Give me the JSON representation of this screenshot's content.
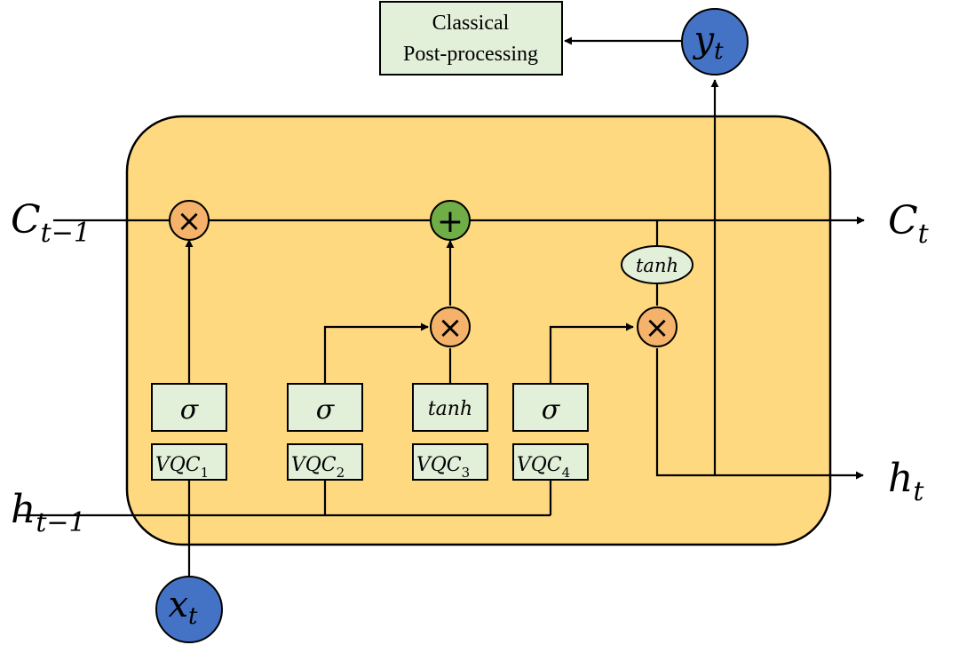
{
  "colors": {
    "cell_fill": "#ffd980",
    "gate_box_fill": "#e2efd9",
    "multiply_node": "#f4b26a",
    "add_node": "#70ad47",
    "io_node": "#4472c4",
    "tanh_node": "#e2efd9"
  },
  "postprocess": {
    "line1": "Classical",
    "line2": "Post-processing"
  },
  "inputs": {
    "c_prev": {
      "base": "C",
      "sub": "t−1"
    },
    "h_prev": {
      "base": "h",
      "sub": "t−1"
    },
    "x": {
      "base": "x",
      "sub": "t"
    }
  },
  "outputs": {
    "c_next": {
      "base": "C",
      "sub": "t"
    },
    "h_next": {
      "base": "h",
      "sub": "t"
    },
    "y": {
      "base": "y",
      "sub": "t"
    }
  },
  "gates": [
    {
      "activation": "σ",
      "circuit": "VQC",
      "index": "1"
    },
    {
      "activation": "σ",
      "circuit": "VQC",
      "index": "2"
    },
    {
      "activation": "tanh",
      "circuit": "VQC",
      "index": "3"
    },
    {
      "activation": "σ",
      "circuit": "VQC",
      "index": "4"
    }
  ],
  "output_activation": "tanh",
  "ops": {
    "multiply": "×",
    "add": "+"
  },
  "icons": {
    "multiply": "multiply-icon",
    "add": "plus-icon",
    "arrow": "arrow-head-icon"
  }
}
